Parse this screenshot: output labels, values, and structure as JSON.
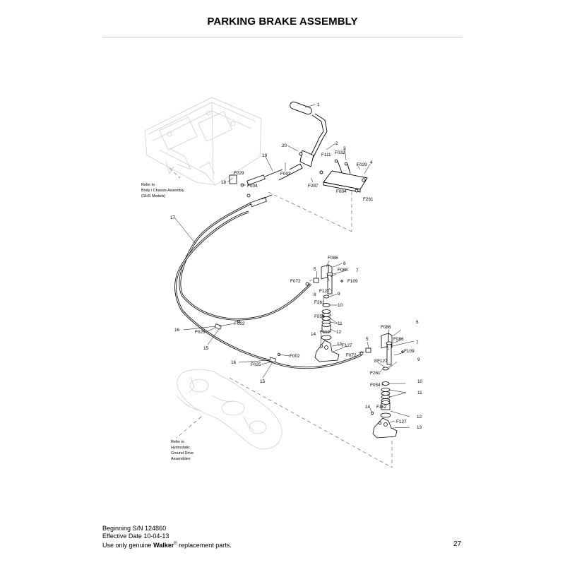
{
  "header": {
    "title": "PARKING BRAKE ASSEMBLY"
  },
  "diagram": {
    "notes": {
      "body_chassis": [
        "Refer to",
        "Body / Chassis Assembly",
        "(GHS Models)"
      ],
      "hydrostatic": [
        "Refer to",
        "Hydrostatic",
        "Ground Drive",
        "Assemblies"
      ]
    },
    "callouts": {
      "c1": "1",
      "c2": "2",
      "c3": "3",
      "c4": "4",
      "c18": "18",
      "c19": "19",
      "c20": "20",
      "f111": "F111",
      "f032": "F032",
      "f029a": "F029",
      "f029b": "F029",
      "f287": "F287",
      "f004a": "F004",
      "f004b": "F004",
      "f003": "F003",
      "f261a": "F261",
      "c17": "17",
      "lf086a": "F086",
      "lc6": "6",
      "lf086b": "F086",
      "lc7": "7",
      "lc5": "5",
      "lf072": "F072",
      "lf109": "F109",
      "lc8": "8",
      "lf127a": "F127",
      "lc9": "9",
      "lf261": "F261",
      "lc10": "10",
      "lf054": "F054",
      "lc11": "11",
      "lc14": "14",
      "lf112": "F112",
      "lc12": "12",
      "lc13": "13",
      "lf127b": "F127",
      "lf002a": "F002",
      "lc16a": "16",
      "lf025a": "F025",
      "lc15a": "15",
      "lf002b": "F002",
      "lc16b": "16",
      "lf025b": "F025",
      "lc15b": "15",
      "rf086a": "F086",
      "rc6": "6",
      "rf086b": "F086",
      "rc7": "7",
      "rc5": "5",
      "rf072": "F072",
      "rf109": "F109",
      "rc8": "8",
      "rf127a": "F127",
      "rc9": "9",
      "rf261": "F261",
      "rc10": "10",
      "rf054": "F054",
      "rc11": "11",
      "rc14": "14",
      "rf112": "F112",
      "rc12": "12",
      "rc13": "13",
      "rf127b": "F127"
    }
  },
  "footer": {
    "serial": "Beginning S/N 124860",
    "effective": "Effective Date 10-04-13",
    "use_prefix": "Use only genuine ",
    "brand": "Walker",
    "registered": "®",
    "use_suffix": " replacement parts.",
    "page_number": "27"
  }
}
